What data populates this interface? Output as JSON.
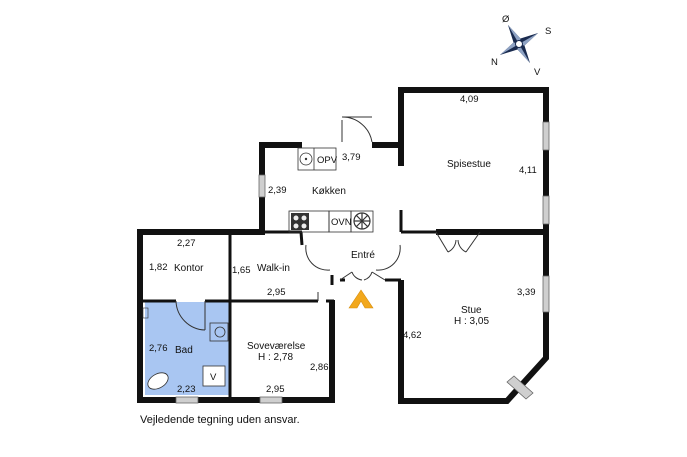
{
  "rooms": {
    "spisestue": "Spisestue",
    "kokken": "Køkken",
    "entre": "Entré",
    "kontor": "Kontor",
    "walkin": "Walk-in",
    "bad": "Bad",
    "sovevaerelse": "Soveværelse",
    "sovevaerelse_h": "H : 2,78",
    "stue": "Stue",
    "stue_h": "H : 3,05"
  },
  "fixtures": {
    "opv": "OPV",
    "ovn": "OVN",
    "v": "V"
  },
  "dimensions": {
    "spisestue_w": "4,09",
    "spisestue_h": "4,11",
    "kokken_w": "3,79",
    "kokken_h": "2,39",
    "kontor_w": "2,27",
    "kontor_h": "1,82",
    "walkin_h": "1,65",
    "walkin_w": "2,95",
    "bad_h": "2,76",
    "bad_w": "2,23",
    "sove_w": "2,95",
    "sove_h": "2,86",
    "stue_h": "3,39",
    "stue_left": "4,62"
  },
  "compass": {
    "n": "N",
    "s": "S",
    "v": "V",
    "o": "Ø"
  },
  "colors": {
    "bath": "#a9c6f2",
    "wall": "#111111",
    "entry_arrow": "#f2a81d",
    "window": "#cfcfcf"
  },
  "disclaimer": "Vejledende tegning uden ansvar."
}
